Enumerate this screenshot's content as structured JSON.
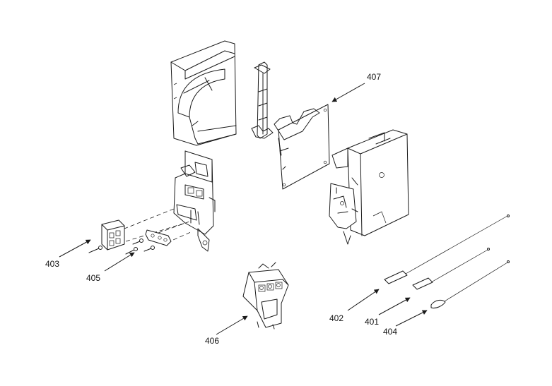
{
  "diagram": {
    "callouts": {
      "c401": "401",
      "c402": "402",
      "c403": "403",
      "c404": "404",
      "c405": "405",
      "c406": "406",
      "c407": "407"
    }
  }
}
